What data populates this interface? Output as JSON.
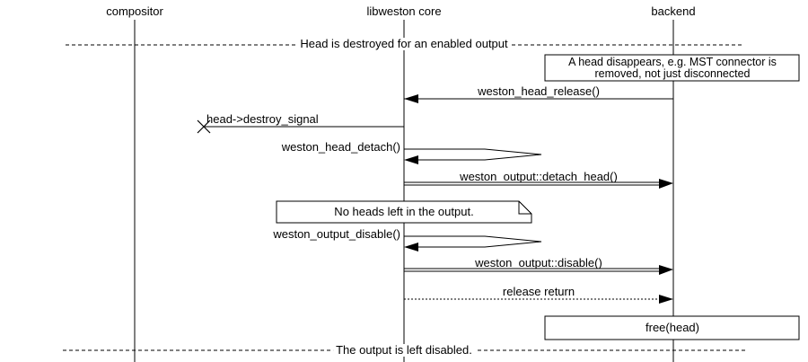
{
  "participants": [
    {
      "label": "compositor"
    },
    {
      "label": "libweston core"
    },
    {
      "label": "backend"
    }
  ],
  "dividers": {
    "top": "Head is destroyed for an enabled output",
    "bottom": "The output is left disabled."
  },
  "notes": {
    "head_disappears": {
      "line1": "A head disappears, e.g. MST connector is",
      "line2": "removed, not just disconnected"
    },
    "no_heads": "No heads left in the output."
  },
  "messages": {
    "head_release": "weston_head_release()",
    "destroy_signal": "head->destroy_signal",
    "head_detach": "weston_head_detach()",
    "output_detach_head": "weston_output::detach_head()",
    "output_disable_fn": "weston_output_disable()",
    "output_disable_method": "weston_output::disable()",
    "release_return": "release return",
    "free_head": "free(head)"
  },
  "colors": {
    "line": "#000000",
    "background": "#ffffff",
    "text": "#000000"
  }
}
